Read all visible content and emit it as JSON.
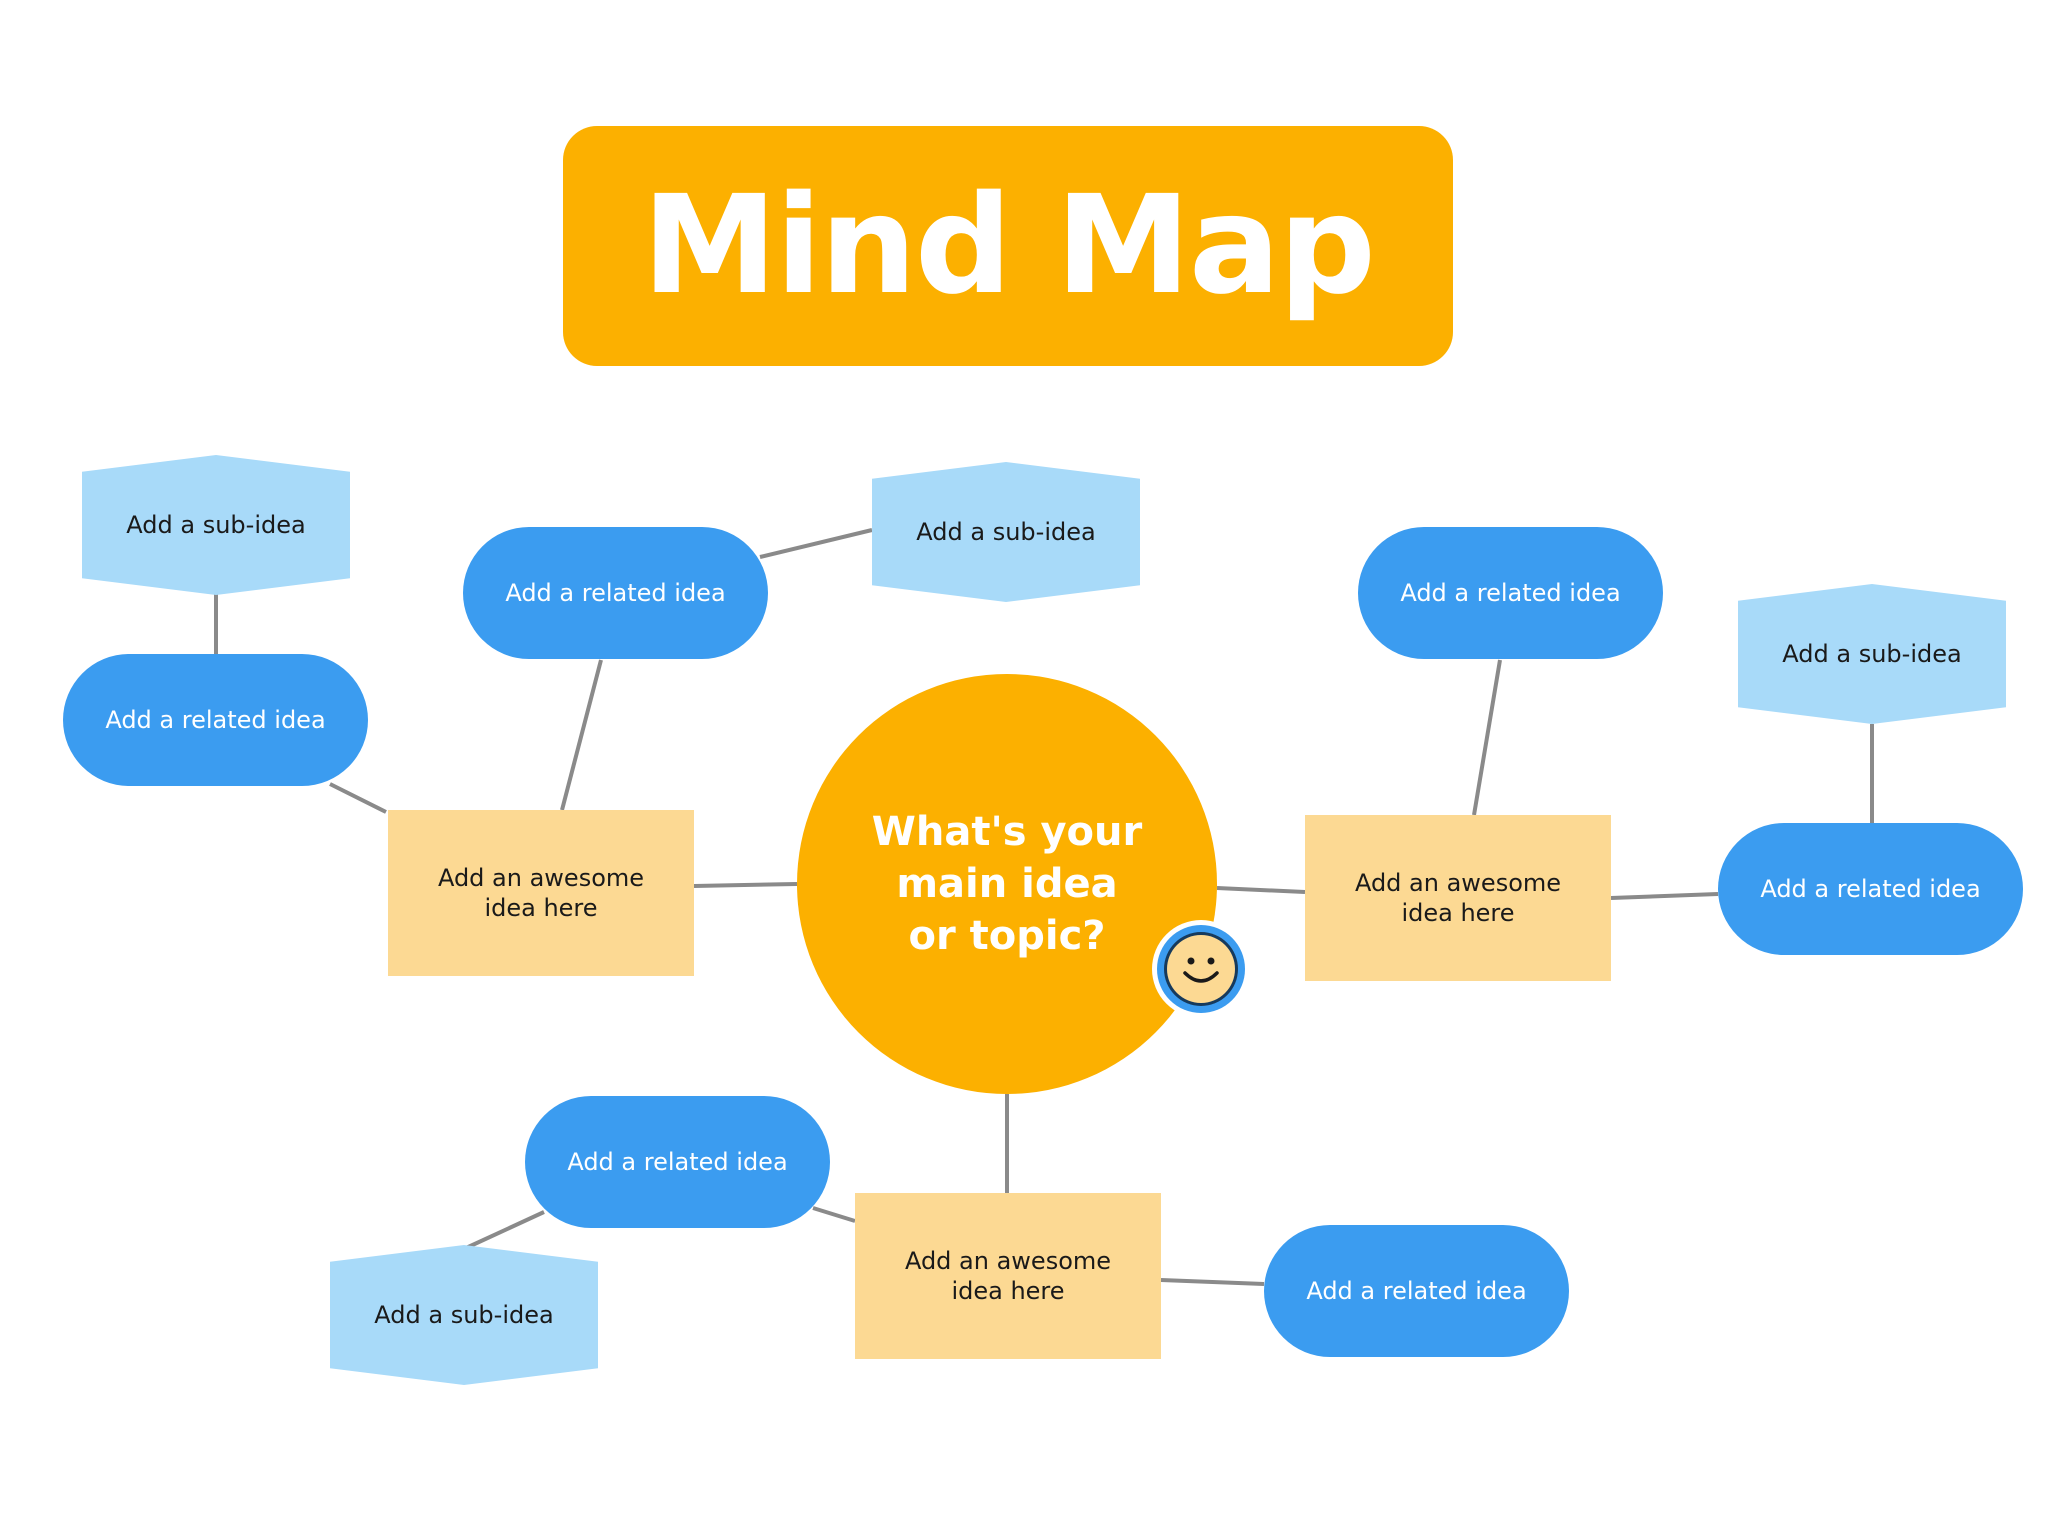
{
  "title": "Mind Map",
  "center": {
    "label": "What's your\nmain idea\nor topic?",
    "badge_icon": "smiley-face-icon"
  },
  "colors": {
    "title_fill": "#fcb000",
    "center_fill": "#fcb000",
    "main_branch_fill": "#fcd993",
    "related_fill": "#3b9cf0",
    "sub_fill": "#a8daf9",
    "connector": "#8a8a8a"
  },
  "branches": [
    {
      "label": "Add an awesome idea here",
      "related": [
        {
          "label": "Add a related idea",
          "sub": {
            "label": "Add a sub-idea"
          }
        },
        {
          "label": "Add a related idea",
          "sub": {
            "label": "Add a sub-idea"
          }
        }
      ]
    },
    {
      "label": "Add an awesome idea here",
      "related": [
        {
          "label": "Add a related idea"
        },
        {
          "label": "Add a related idea",
          "sub": {
            "label": "Add a sub-idea"
          }
        }
      ]
    },
    {
      "label": "Add an awesome idea here",
      "related": [
        {
          "label": "Add a related idea",
          "sub": {
            "label": "Add a sub-idea"
          }
        },
        {
          "label": "Add a related idea"
        }
      ]
    }
  ]
}
